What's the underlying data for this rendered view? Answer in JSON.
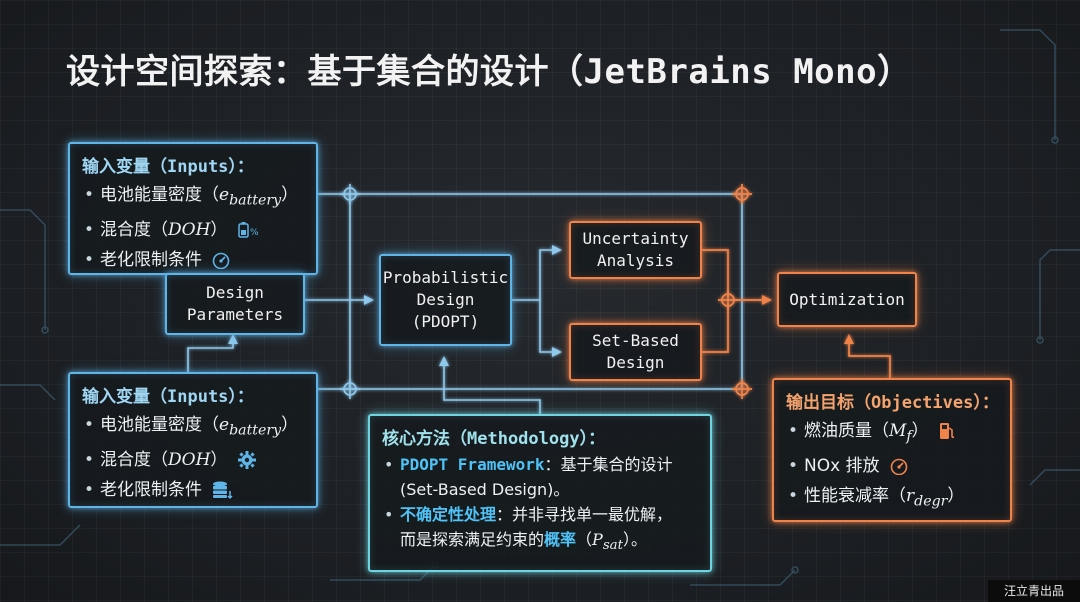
{
  "title": {
    "main": "设计空间探索：基于集合的设计（",
    "font": "JetBrains Mono",
    "close": "）"
  },
  "inputs_top": {
    "heading": "输入变量（",
    "heading_en": "Inputs",
    "heading_end": "）：",
    "items": [
      {
        "text": "电池能量密度（",
        "symbol": "e",
        "sub": "battery",
        "end": "）",
        "icon": ""
      },
      {
        "text": "混合度（",
        "symbol": "DOH",
        "sub": "",
        "end": "）",
        "icon": "battery-percent-icon"
      },
      {
        "text": "老化限制条件",
        "symbol": "",
        "sub": "",
        "end": "",
        "icon": "gauge-icon"
      }
    ]
  },
  "inputs_bottom": {
    "heading": "输入变量（",
    "heading_en": "Inputs",
    "heading_end": "）：",
    "items": [
      {
        "text": "电池能量密度（",
        "symbol": "e",
        "sub": "battery",
        "end": "）",
        "icon": ""
      },
      {
        "text": "混合度（",
        "symbol": "DOH",
        "sub": "",
        "end": "）",
        "icon": "gear-icon"
      },
      {
        "text": "老化限制条件",
        "symbol": "",
        "sub": "",
        "end": "",
        "icon": "database-icon"
      }
    ]
  },
  "nodes": {
    "design_parameters": "Design\nParameters",
    "probabilistic_design": "Probabilistic\nDesign\n(PDOPT)",
    "uncertainty_analysis": "Uncertainty\nAnalysis",
    "set_based_design": "Set-Based\nDesign",
    "optimization": "Optimization"
  },
  "methodology": {
    "heading": "核心方法（",
    "heading_en": "Methodology",
    "heading_end": "）：",
    "item1_hl": "PDOPT Framework",
    "item1_rest": "：基于集合的设计",
    "item1_line2": "(Set-Based Design)。",
    "item2_hl": "不确定性处理",
    "item2_rest": "：并非寻找单一最优解，",
    "item2_line2_a": "而是探索满足约束的",
    "item2_line2_hl": "概率",
    "item2_line2_b": "（",
    "item2_symbol": "P",
    "item2_sub": "sat",
    "item2_line2_end": "）。"
  },
  "objectives": {
    "heading": "输出目标（",
    "heading_en": "Objectives",
    "heading_end": "）：",
    "items": [
      {
        "text": "燃油质量（",
        "symbol": "M",
        "sub": "f",
        "end": "）",
        "icon": "fuel-pump-icon"
      },
      {
        "text": "NOx 排放",
        "symbol": "",
        "sub": "",
        "end": "",
        "icon": "gauge-icon"
      },
      {
        "text": "性能衰减率（",
        "symbol": "r",
        "sub": "degr",
        "end": "）",
        "icon": ""
      }
    ]
  },
  "colors": {
    "blue": "#5fb4e8",
    "orange": "#f0834a",
    "teal": "#6fd3e0",
    "highlight": "#4fc3f7",
    "background": "#1d2024"
  },
  "watermark": "汪立青出品"
}
